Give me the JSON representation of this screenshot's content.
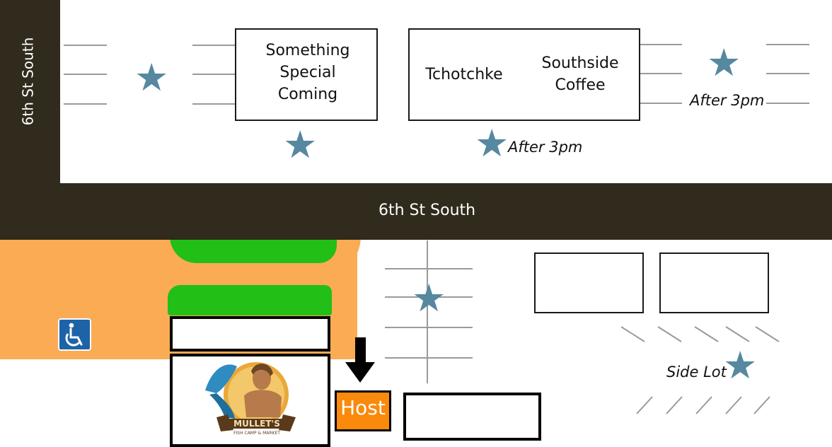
{
  "streets": {
    "horizontal": "6th St South",
    "vertical": "6th St South"
  },
  "buildings": {
    "something_special": "Something\nSpecial\nComing",
    "tchotchke": "Tchotchke",
    "southside_coffee": "Southside\nCoffee"
  },
  "notes": {
    "after_3pm_right": "After 3pm",
    "after_3pm_center": "After 3pm",
    "side_lot": "Side Lot"
  },
  "host": {
    "label": "Host"
  },
  "logo": {
    "main": "MULLET'S",
    "sub": "FISH CAMP & MARKET"
  },
  "icons": {
    "star": "star-icon",
    "accessible": "wheelchair-icon",
    "arrow": "arrow-down-icon"
  },
  "colors": {
    "road": "#302b1c",
    "star": "#56889f",
    "orange_area": "#fbab54",
    "green_area": "#22bf16",
    "host": "#f98a0c",
    "accessible_sign": "#1d63a8"
  }
}
